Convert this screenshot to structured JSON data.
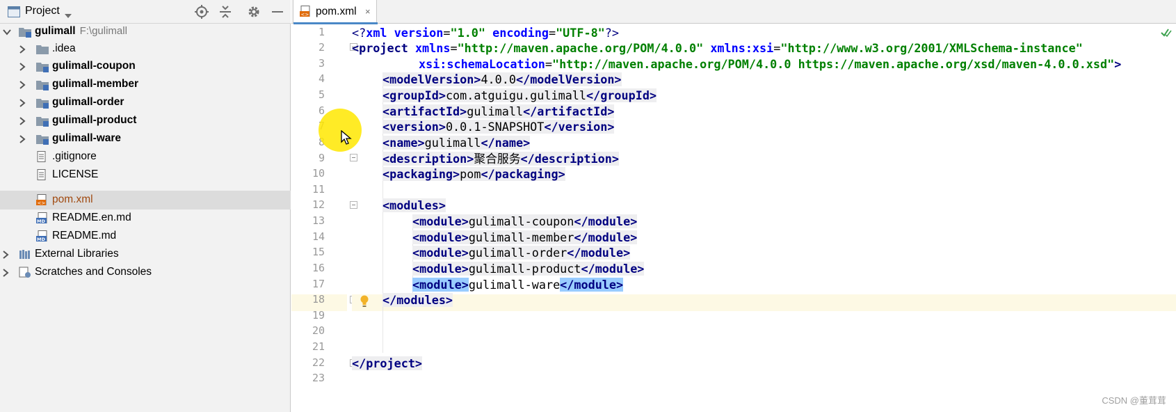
{
  "project_panel": {
    "title": "Project",
    "tree": [
      {
        "label": "gulimall",
        "path": "F:\\gulimall",
        "icon": "module-folder-icon",
        "expanded": true
      },
      {
        "label": ".idea",
        "icon": "folder-icon"
      },
      {
        "label": "gulimall-coupon",
        "icon": "module-folder-icon"
      },
      {
        "label": "gulimall-member",
        "icon": "module-folder-icon"
      },
      {
        "label": "gulimall-order",
        "icon": "module-folder-icon"
      },
      {
        "label": "gulimall-product",
        "icon": "module-folder-icon"
      },
      {
        "label": "gulimall-ware",
        "icon": "module-folder-icon"
      },
      {
        "label": ".gitignore",
        "icon": "text-file-icon"
      },
      {
        "label": "LICENSE",
        "icon": "text-file-icon"
      },
      {
        "label": "pom.xml",
        "icon": "xml-file-icon"
      },
      {
        "label": "README.en.md",
        "icon": "markdown-file-icon"
      },
      {
        "label": "README.md",
        "icon": "markdown-file-icon"
      },
      {
        "label": "External Libraries",
        "icon": "library-icon"
      },
      {
        "label": "Scratches and Consoles",
        "icon": "scratches-icon"
      }
    ]
  },
  "editor": {
    "tab": {
      "label": "pom.xml",
      "close": "×"
    },
    "line_numbers": [
      "1",
      "2",
      "3",
      "4",
      "5",
      "6",
      "7",
      "8",
      "9",
      "10",
      "11",
      "12",
      "13",
      "14",
      "15",
      "16",
      "17",
      "18",
      "19",
      "20",
      "21",
      "22",
      "23"
    ],
    "current_line": "17"
  },
  "code": {
    "l1": {
      "a": "<?",
      "b": "xml ",
      "c": "version",
      "d": "=",
      "e": "\"1.0\"",
      "f": " ",
      "g": "encoding",
      "h": "=",
      "i": "\"UTF-8\"",
      "j": "?>"
    },
    "l2": {
      "open": "<project ",
      "a1": "xmlns",
      "eq1": "=",
      "v1": "\"http://maven.apache.org/POM/4.0.0\"",
      "sp": " ",
      "a2": "xmlns:xsi",
      "eq2": "=",
      "v2": "\"http://www.w3.org/2001/XMLSchema-instance\""
    },
    "l3": {
      "a": "xsi:schemaLocation",
      "eq": "=",
      "v": "\"http://maven.apache.org/POM/4.0.0 https://maven.apache.org/xsd/maven-4.0.0.xsd\"",
      "close": ">"
    },
    "l4": {
      "ot": "<modelVersion>",
      "t": "4.0.0",
      "ct": "</modelVersion>"
    },
    "l5": {
      "ot": "<groupId>",
      "t": "com.atguigu.gulimall",
      "ct": "</groupId>"
    },
    "l6": {
      "ot": "<artifactId>",
      "t": "gulimall",
      "ct": "</artifactId>"
    },
    "l7": {
      "ot": "<version>",
      "t": "0.0.1-SNAPSHOT",
      "ct": "</version>"
    },
    "l8": {
      "ot": "<name>",
      "t": "gulimall",
      "ct": "</name>"
    },
    "l9": {
      "ot": "<description>",
      "t": "聚合服务",
      "ct": "</description>"
    },
    "l10": {
      "ot": "<packaging>",
      "t": "pom",
      "ct": "</packaging>"
    },
    "l12": {
      "ot": "<modules>"
    },
    "l13": {
      "ot": "<module>",
      "t": "gulimall-coupon",
      "ct": "</module>"
    },
    "l14": {
      "ot": "<module>",
      "t": "gulimall-member",
      "ct": "</module>"
    },
    "l15": {
      "ot": "<module>",
      "t": "gulimall-order",
      "ct": "</module>"
    },
    "l16": {
      "ot": "<module>",
      "t": "gulimall-product",
      "ct": "</module>"
    },
    "l17": {
      "ot": "<module>",
      "t": "gulimall-ware",
      "ct": "</module>"
    },
    "l18": {
      "ct": "</modules>"
    },
    "l22": {
      "ct": "</project>"
    }
  },
  "watermark": "CSDN @董茸茸",
  "colors": {
    "tag": "#000080",
    "attr": "#0000ff",
    "value": "#008000",
    "selection": "#99ccff",
    "current_line": "#fdf9e4",
    "accent_tab": "#4a88c7"
  }
}
